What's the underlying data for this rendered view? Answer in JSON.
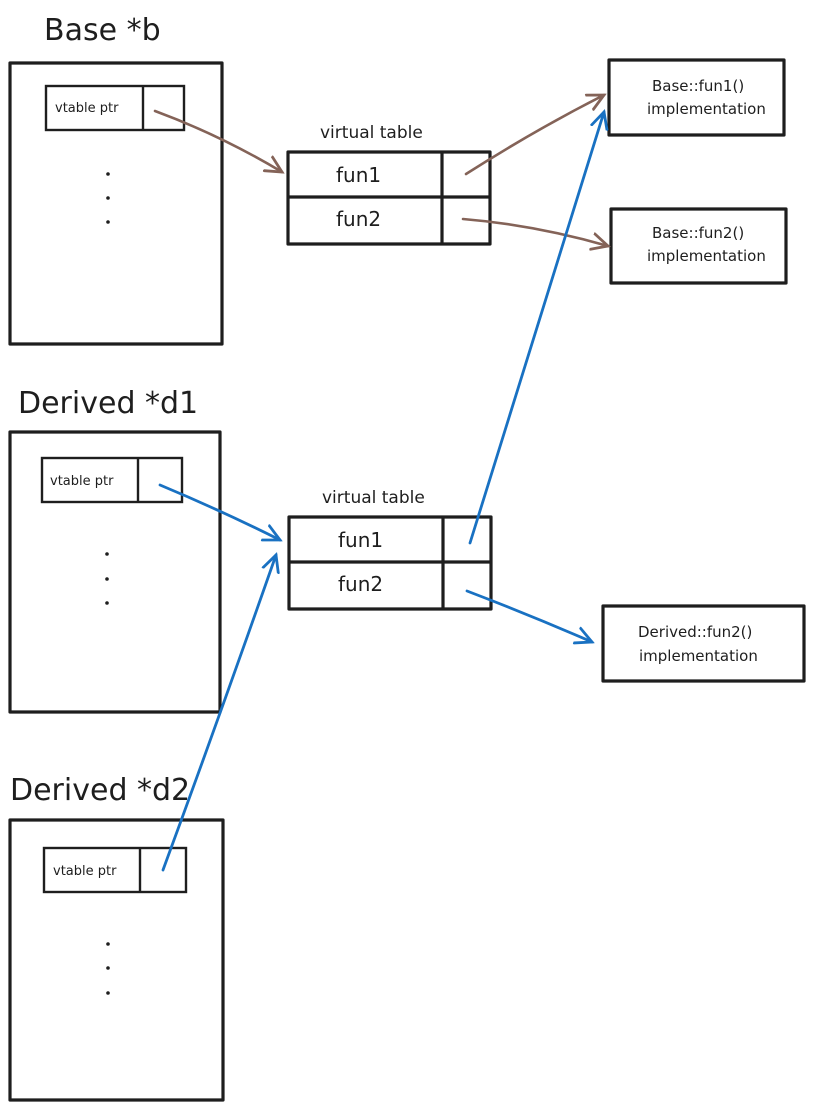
{
  "colors": {
    "ink": "#1e1e1e",
    "brown_arrow": "#846358",
    "blue_arrow": "#1971c2"
  },
  "objects": [
    {
      "name": "base",
      "label": "Base *b",
      "field_label": "vtable ptr"
    },
    {
      "name": "derived1",
      "label": "Derived *d1",
      "field_label": "vtable ptr"
    },
    {
      "name": "derived2",
      "label": "Derived *d2",
      "field_label": "vtable ptr"
    }
  ],
  "vtables": [
    {
      "name": "base-vtable",
      "caption": "virtual table",
      "rows": [
        "fun1",
        "fun2"
      ]
    },
    {
      "name": "derived-vtable",
      "caption": "virtual table",
      "rows": [
        "fun1",
        "fun2"
      ]
    }
  ],
  "implementations": [
    {
      "name": "base-fun1",
      "line1": "Base::fun1()",
      "line2": "implementation"
    },
    {
      "name": "base-fun2",
      "line1": "Base::fun2()",
      "line2": "implementation"
    },
    {
      "name": "derived-fun2",
      "line1": "Derived::fun2()",
      "line2": "implementation"
    }
  ],
  "ellipsis": "."
}
